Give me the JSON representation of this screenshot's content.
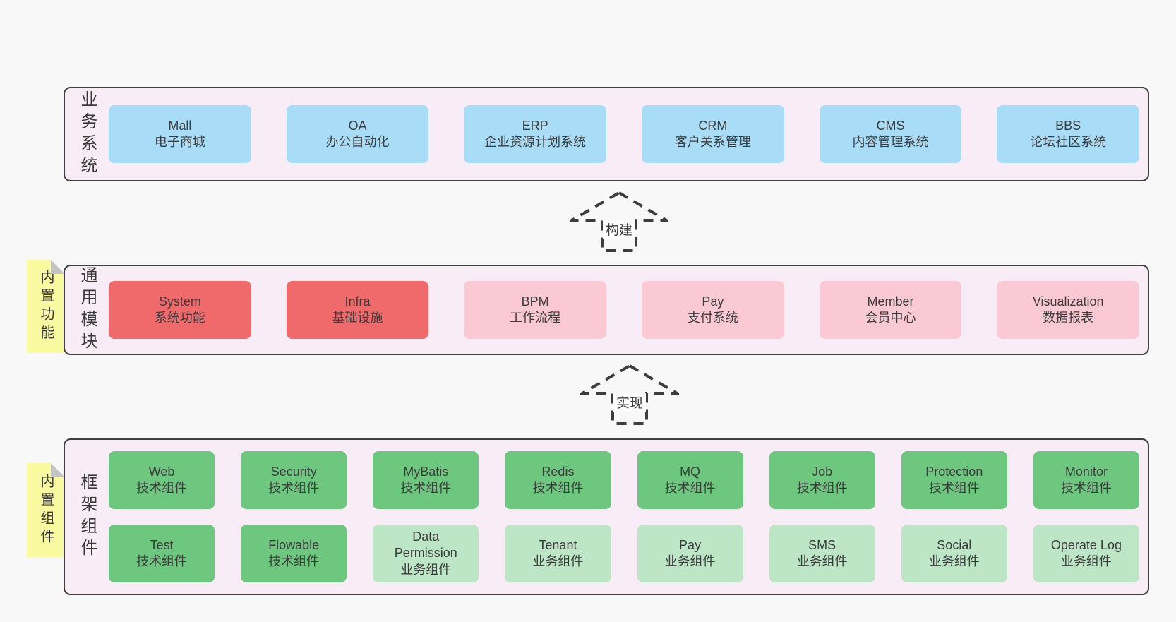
{
  "colors": {
    "page_background": "#f8f8f8",
    "band_background": "#f8edf6",
    "band_border": "#3f3f3f",
    "box_blue": "#a9dcf6",
    "box_red": "#f0696b",
    "box_pink": "#fbc9d3",
    "box_green": "#6ec77f",
    "box_light_green": "#bce6c6",
    "sticky_note_yellow": "#fafaa0",
    "arrow_stroke": "#3d3d3d",
    "text": "#3b3b3b"
  },
  "bands": [
    {
      "label": "业务系统",
      "boxes": [
        {
          "name": "Mall",
          "desc": "电子商城"
        },
        {
          "name": "OA",
          "desc": "办公自动化"
        },
        {
          "name": "ERP",
          "desc": "企业资源计划系统"
        },
        {
          "name": "CRM",
          "desc": "客户关系管理"
        },
        {
          "name": "CMS",
          "desc": "内容管理系统"
        },
        {
          "name": "BBS",
          "desc": "论坛社区系统"
        }
      ]
    },
    {
      "label": "通用模块",
      "note": "内置功能",
      "boxes": [
        {
          "name": "System",
          "desc": "系统功能"
        },
        {
          "name": "Infra",
          "desc": "基础设施"
        },
        {
          "name": "BPM",
          "desc": "工作流程"
        },
        {
          "name": "Pay",
          "desc": "支付系统"
        },
        {
          "name": "Member",
          "desc": "会员中心"
        },
        {
          "name": "Visualization",
          "desc": "数据报表"
        }
      ]
    },
    {
      "label": "框架组件",
      "note": "内置组件",
      "rows": [
        [
          {
            "name": "Web",
            "desc": "技术组件"
          },
          {
            "name": "Security",
            "desc": "技术组件"
          },
          {
            "name": "MyBatis",
            "desc": "技术组件"
          },
          {
            "name": "Redis",
            "desc": "技术组件"
          },
          {
            "name": "MQ",
            "desc": "技术组件"
          },
          {
            "name": "Job",
            "desc": "技术组件"
          },
          {
            "name": "Protection",
            "desc": "技术组件"
          },
          {
            "name": "Monitor",
            "desc": "技术组件"
          }
        ],
        [
          {
            "name": "Test",
            "desc": "技术组件"
          },
          {
            "name": "Flowable",
            "desc": "技术组件"
          },
          {
            "name": "Data Permission",
            "desc": "业务组件"
          },
          {
            "name": "Tenant",
            "desc": "业务组件"
          },
          {
            "name": "Pay",
            "desc": "业务组件"
          },
          {
            "name": "SMS",
            "desc": "业务组件"
          },
          {
            "name": "Social",
            "desc": "业务组件"
          },
          {
            "name": "Operate Log",
            "desc": "业务组件"
          }
        ]
      ]
    }
  ],
  "arrows": [
    {
      "label": "构建"
    },
    {
      "label": "实现"
    }
  ]
}
